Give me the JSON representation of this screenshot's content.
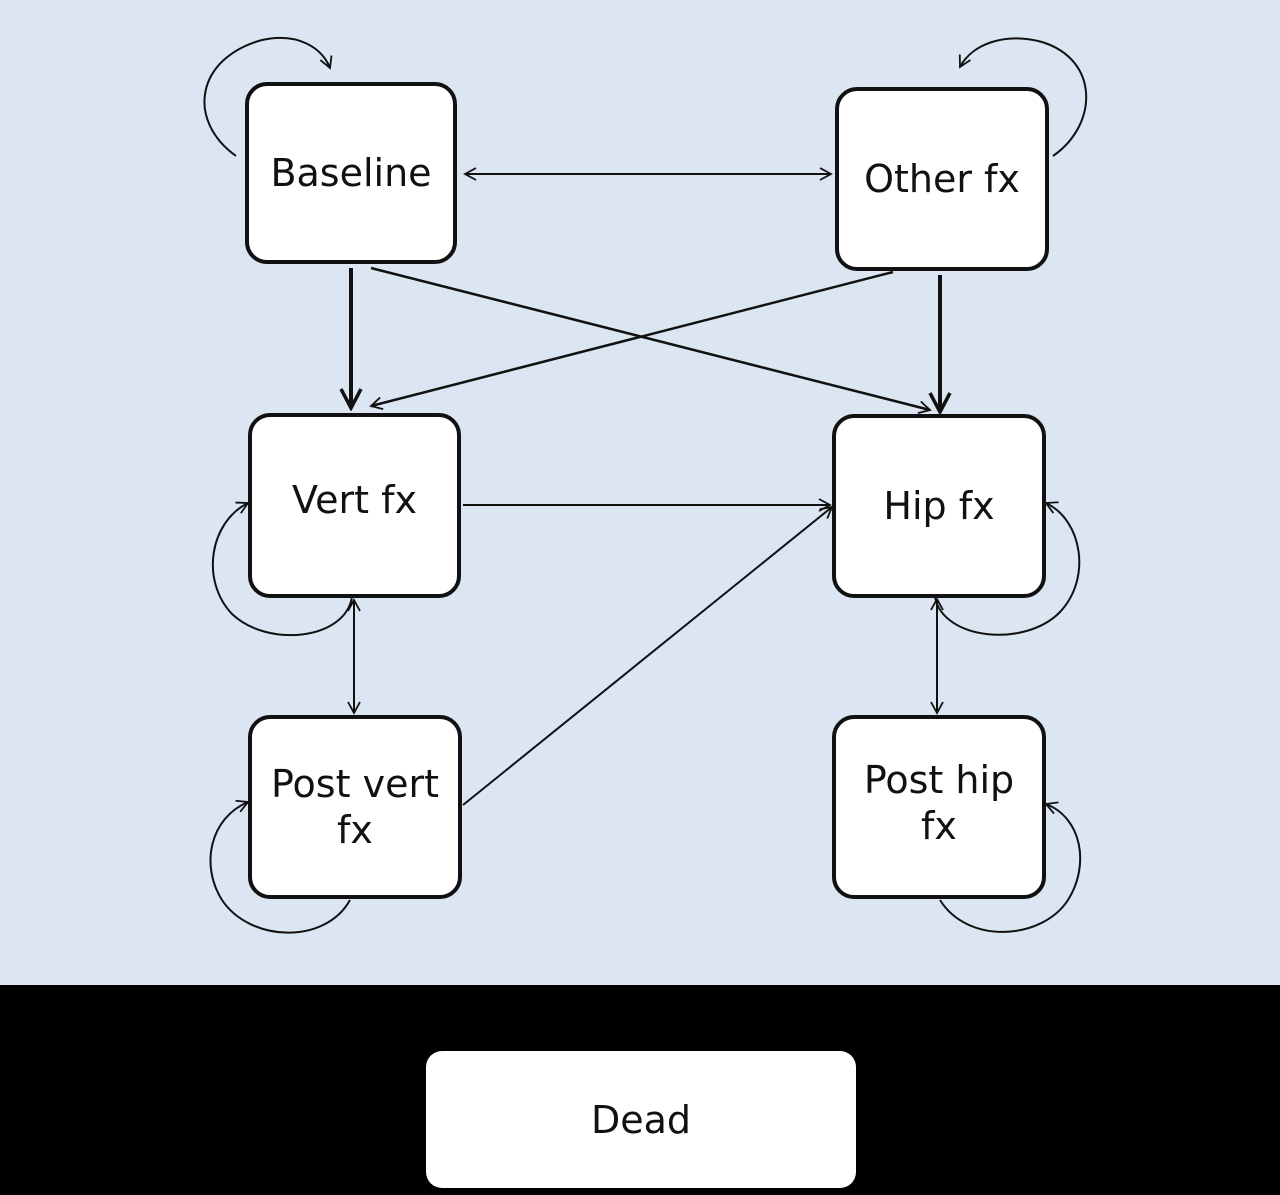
{
  "diagram": {
    "nodes": {
      "baseline": {
        "label": "Baseline"
      },
      "other_fx": {
        "label": "Other fx"
      },
      "vert_fx": {
        "label": "Vert fx"
      },
      "hip_fx": {
        "label": "Hip fx"
      },
      "post_vert_fx": {
        "label": "Post vert\nfx"
      },
      "post_hip_fx": {
        "label": "Post hip\nfx"
      },
      "dead": {
        "label": "Dead"
      }
    },
    "edges": [
      {
        "from": "Baseline",
        "to": "Baseline",
        "kind": "self-loop"
      },
      {
        "from": "Other fx",
        "to": "Other fx",
        "kind": "self-loop"
      },
      {
        "from": "Baseline",
        "to": "Other fx",
        "kind": "bidirectional"
      },
      {
        "from": "Baseline",
        "to": "Vert fx",
        "kind": "directed",
        "emphasis": "bold"
      },
      {
        "from": "Baseline",
        "to": "Hip fx",
        "kind": "directed"
      },
      {
        "from": "Other fx",
        "to": "Vert fx",
        "kind": "directed"
      },
      {
        "from": "Other fx",
        "to": "Hip fx",
        "kind": "directed",
        "emphasis": "bold"
      },
      {
        "from": "Vert fx",
        "to": "Hip fx",
        "kind": "directed"
      },
      {
        "from": "Vert fx",
        "to": "Vert fx",
        "kind": "self-loop"
      },
      {
        "from": "Hip fx",
        "to": "Hip fx",
        "kind": "self-loop"
      },
      {
        "from": "Vert fx",
        "to": "Post vert fx",
        "kind": "bidirectional"
      },
      {
        "from": "Hip fx",
        "to": "Post hip fx",
        "kind": "bidirectional"
      },
      {
        "from": "Post vert fx",
        "to": "Hip fx",
        "kind": "directed"
      },
      {
        "from": "Post vert fx",
        "to": "Post vert fx",
        "kind": "self-loop"
      },
      {
        "from": "Post hip fx",
        "to": "Post hip fx",
        "kind": "self-loop"
      }
    ],
    "colors": {
      "upper_background": "#dce6f2",
      "lower_background": "#000000",
      "node_fill": "#ffffff",
      "stroke": "#111111"
    }
  }
}
